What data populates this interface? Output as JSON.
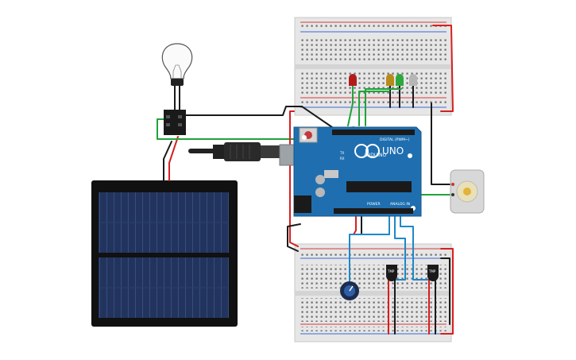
{
  "colors": {
    "breadboard": "#e7e7e7",
    "board": "#1f6fb0",
    "solar": "#1d2b4f",
    "wire_red": "#d71f1f",
    "wire_black": "#1a1a1a",
    "wire_green": "#21a33a",
    "wire_blue": "#1e88c8"
  },
  "arduino": {
    "brand": "ARDUINO",
    "model": "UNO",
    "digital_label": "DIGITAL (PWM~)",
    "power_label": "POWER",
    "analog_label": "ANALOG IN",
    "tx": "TX",
    "rx": "RX"
  },
  "sensors": {
    "left_label": "TMP",
    "right_label": "TMP"
  },
  "icons": {
    "bulb": "light-bulb-icon",
    "motor": "dc-motor-icon",
    "relay": "relay-icon",
    "potentiometer": "potentiometer-icon",
    "usb": "usb-cable-icon",
    "solar": "solar-panel-icon"
  }
}
